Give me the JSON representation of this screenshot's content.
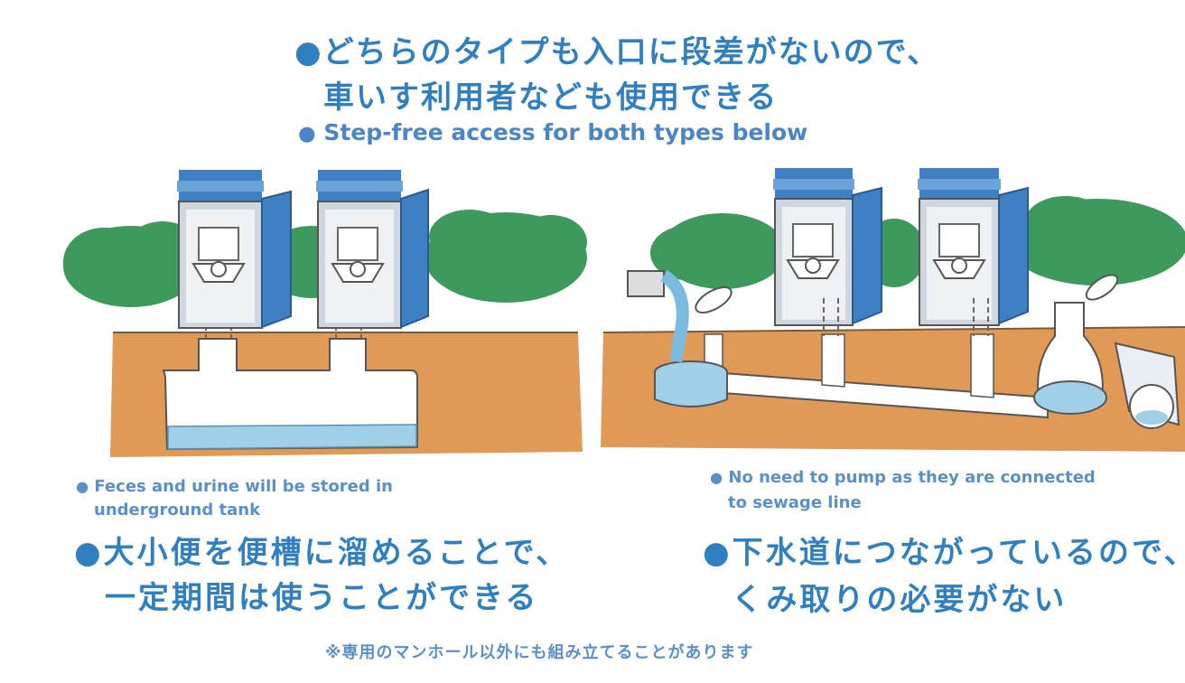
{
  "colors": {
    "text_blue": "#2f7fc1",
    "caption_blue": "#5b8fc7",
    "ground_orange": "#e09a55",
    "tree_green": "#3e9a5c",
    "booth_blue": "#3f7fc4",
    "water_blue": "#9fd0e8"
  },
  "header": {
    "bullet": "●",
    "jp_line1": "どちらのタイプも入口に段差がないので、",
    "jp_line2": "車いす利用者なども使用できる",
    "en": "Step-free access for both types below"
  },
  "left_panel": {
    "en_line1": "Feces and urine will be stored in",
    "en_line2": "underground tank",
    "jp_line1": "大小便を便槽に溜めることで、",
    "jp_line2": "一定期間は使うことができる"
  },
  "right_panel": {
    "en_line1": "No need to pump as they are connected",
    "en_line2": "to sewage line",
    "jp_line1": "下水道につながっているので、",
    "jp_line2": "くみ取りの必要がない"
  },
  "footnote": "※専用のマンホール以外にも組み立てることがあります"
}
